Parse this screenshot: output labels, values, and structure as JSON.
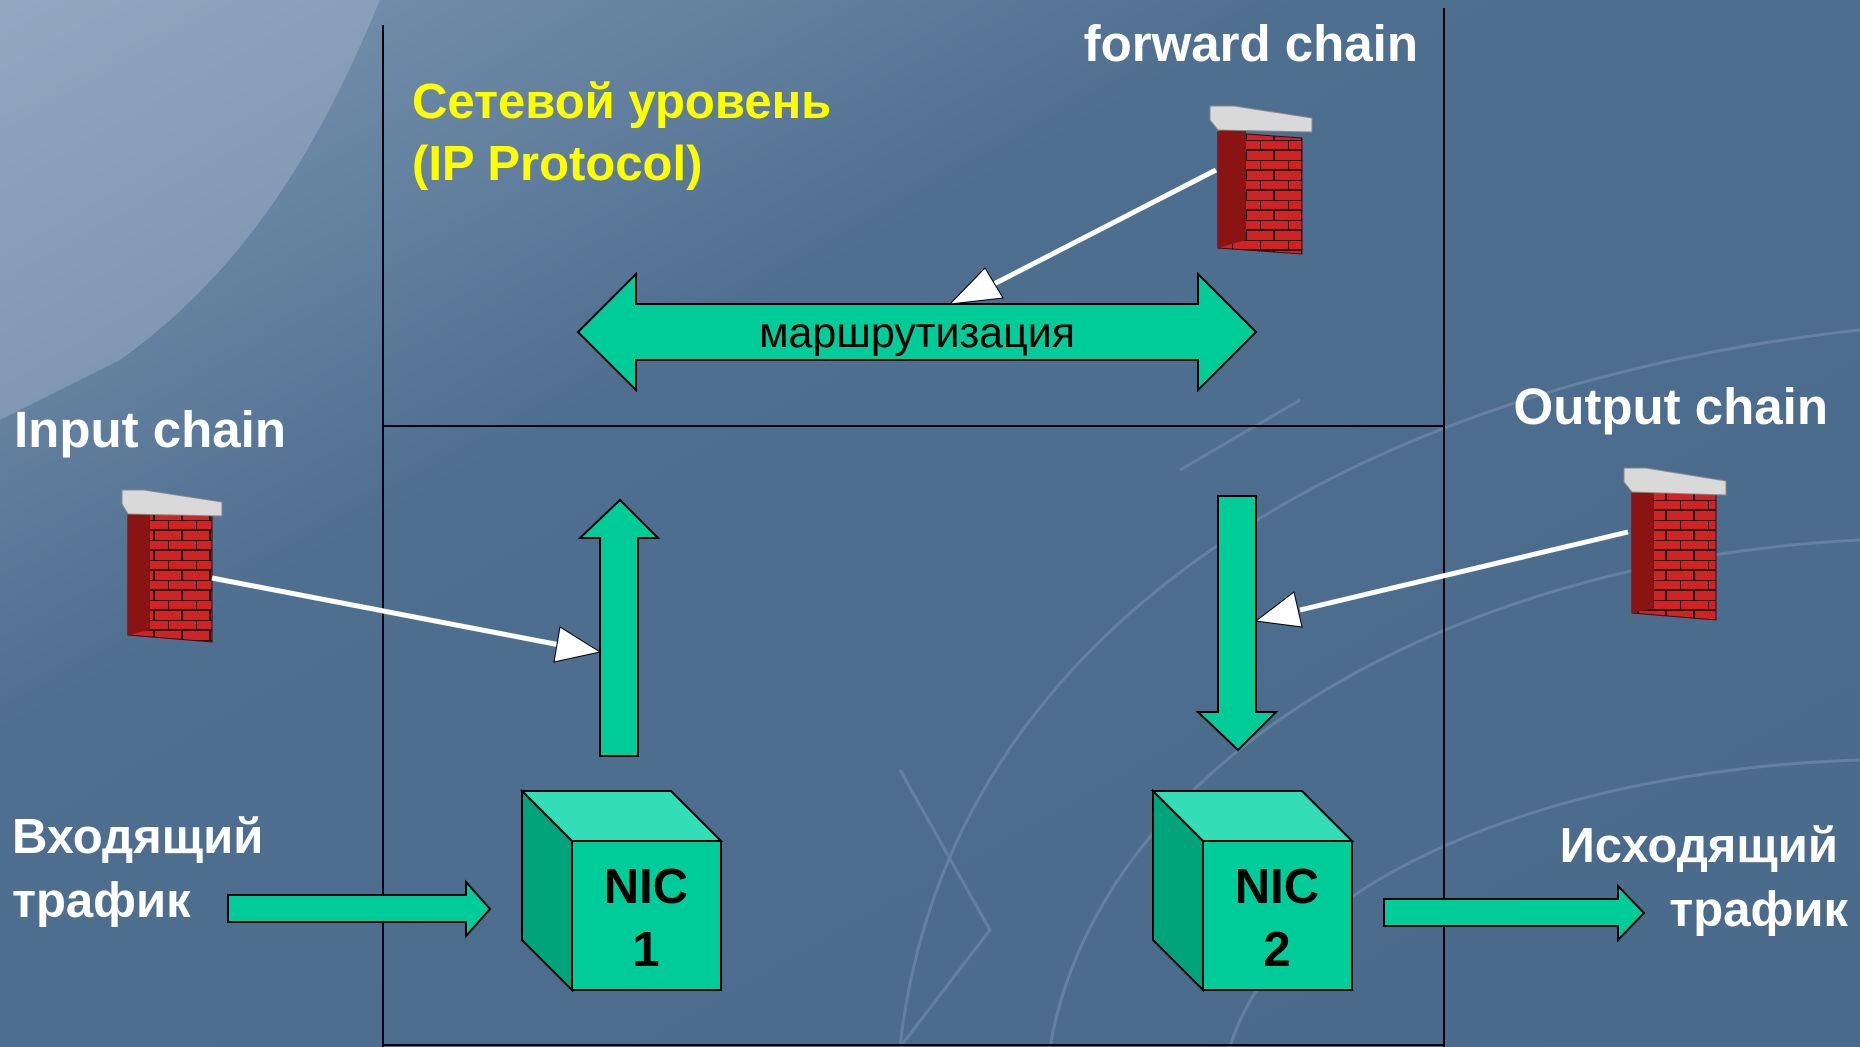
{
  "network_layer": {
    "title_line1": "Сетевой уровень",
    "title_line2": "(IP Protocol)",
    "routing_label": "маршрутизация"
  },
  "chains": {
    "forward": "forward chain",
    "input": "Input chain",
    "output": "Output chain"
  },
  "traffic": {
    "incoming_line1": "Входящий",
    "incoming_line2": "трафик",
    "outgoing_line1": "Исходящий",
    "outgoing_line2": "трафик"
  },
  "nics": [
    {
      "line1": "NIC",
      "line2": "1"
    },
    {
      "line1": "NIC",
      "line2": "2"
    }
  ],
  "colors": {
    "background": "#4a6a8c",
    "arrow_fill": "#00cc99",
    "cube_front": "#00cc99",
    "cube_top": "#33ddb5",
    "cube_side": "#00a37a",
    "title_yellow": "#ffff00",
    "brick": "#cc2222",
    "white": "#ffffff"
  }
}
